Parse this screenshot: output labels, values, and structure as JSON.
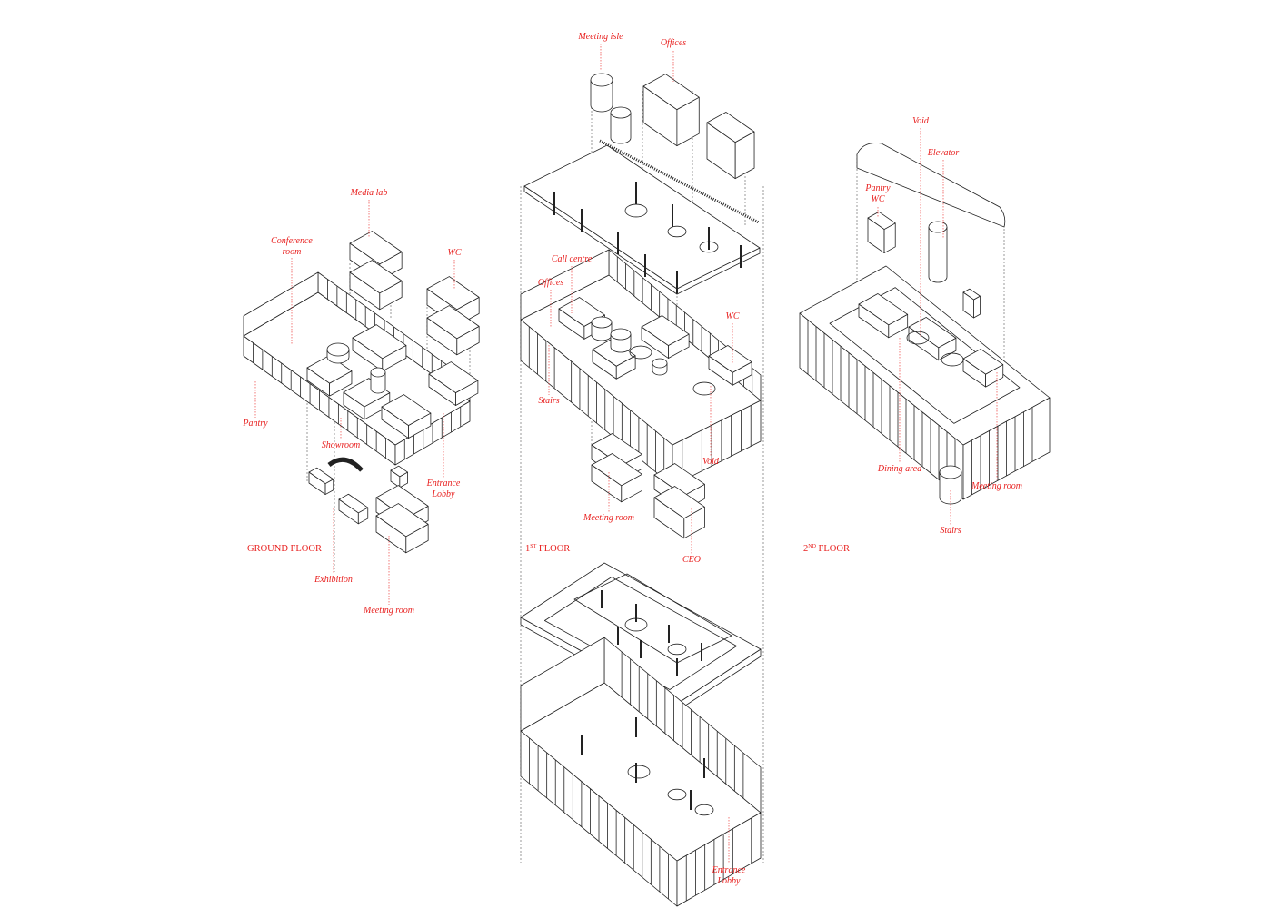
{
  "colors": {
    "label": "#e8201f",
    "line": "#222222",
    "dash": "#555555"
  },
  "floors": {
    "ground": "GROUND FLOOR",
    "first_num": "1",
    "first_sup": "ST",
    "first_word": "FLOOR",
    "second_num": "2",
    "second_sup": "ND",
    "second_word": "FLOOR"
  },
  "labels": [
    {
      "id": "media-lab",
      "text": "Media lab"
    },
    {
      "id": "conference-room",
      "text": "Conference\nroom"
    },
    {
      "id": "wc-ground",
      "text": "WC"
    },
    {
      "id": "pantry-ground",
      "text": "Pantry"
    },
    {
      "id": "showroom",
      "text": "Showroom"
    },
    {
      "id": "entrance-lobby-ground",
      "text": "Entrance\nLobby"
    },
    {
      "id": "exhibition",
      "text": "Exhibition"
    },
    {
      "id": "meeting-room-ground",
      "text": "Meeting room"
    },
    {
      "id": "meeting-isle",
      "text": "Meeting isle"
    },
    {
      "id": "offices-top",
      "text": "Offices"
    },
    {
      "id": "call-centre",
      "text": "Call centre"
    },
    {
      "id": "offices-first",
      "text": "Offices"
    },
    {
      "id": "wc-first",
      "text": "WC"
    },
    {
      "id": "stairs-first",
      "text": "Stairs"
    },
    {
      "id": "void-first",
      "text": "Void"
    },
    {
      "id": "meeting-room-first",
      "text": "Meeting room"
    },
    {
      "id": "ceo",
      "text": "CEO"
    },
    {
      "id": "entrance-lobby-bottom",
      "text": "Entrance\nLobby"
    },
    {
      "id": "void-second",
      "text": "Void"
    },
    {
      "id": "elevator",
      "text": "Elevator"
    },
    {
      "id": "pantry-wc-second",
      "text": "Pantry\nWC"
    },
    {
      "id": "dining-area",
      "text": "Dining area"
    },
    {
      "id": "meeting-room-second",
      "text": "Meeting room"
    },
    {
      "id": "stairs-second",
      "text": "Stairs"
    }
  ]
}
